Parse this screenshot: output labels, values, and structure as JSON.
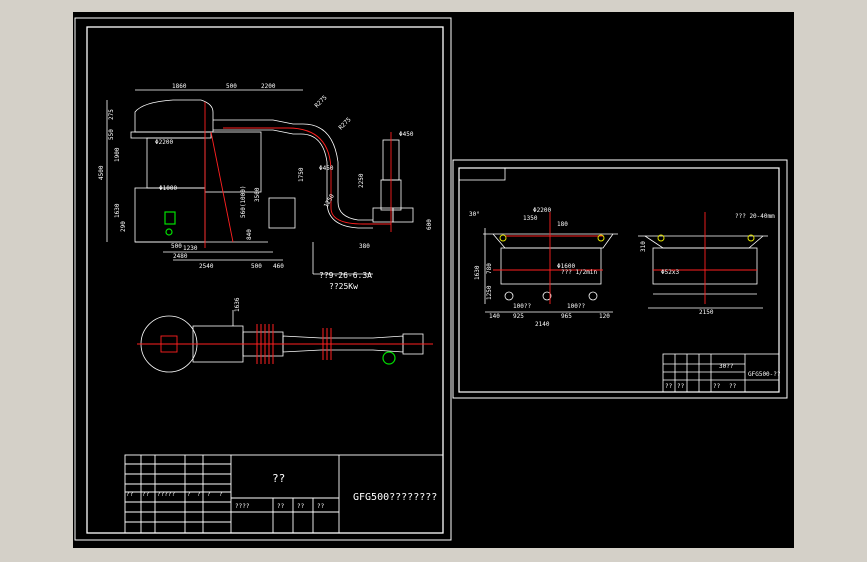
{
  "colors": {
    "background": "#000000",
    "outer_ui": "#d4d0c8",
    "line": "#ffffff",
    "accent_red": "#ff2020",
    "accent_green": "#00e000",
    "accent_yellow": "#e0e000"
  },
  "left_sheet": {
    "dims_top": [
      "1860",
      "500",
      "2200"
    ],
    "dims_left": [
      "275",
      "550",
      "1900",
      "4500",
      "1630",
      "290"
    ],
    "dims_bottom": [
      "1230",
      "2480",
      "2540",
      "500",
      "460"
    ],
    "dims_misc": [
      "Φ2200",
      "Φ1000",
      "1750",
      "Φ450",
      "1250",
      "Φ450",
      "2250",
      "3500",
      "560(1000)",
      "R275",
      "R275",
      "840",
      "380",
      "600",
      "500"
    ],
    "motor_spec_line1": "??9-26-6.3A",
    "motor_spec_line2": "??25Kw",
    "plan_dims": [
      "1636"
    ],
    "title_block": {
      "center_text": "??",
      "drawing_name": "GFG500????????",
      "row_labels": [
        "??",
        "??",
        "?????",
        "?",
        "?",
        "?",
        "?"
      ],
      "bottom_labels": [
        "????",
        "??",
        "??",
        "??"
      ]
    }
  },
  "right_sheet": {
    "dims_top": [
      "Φ2200",
      "1350",
      "180"
    ],
    "dims_left": [
      "1630",
      "780",
      "1250"
    ],
    "dims_bottom": [
      "140",
      "925",
      "965",
      "120",
      "2140"
    ],
    "dims_misc": [
      "Φ1600",
      "??? 1/2min",
      "100??",
      "100??",
      "30°",
      "??? 20-40mm",
      "Φ52x3",
      "2150",
      "310"
    ],
    "title_block": {
      "top_right": "30??",
      "name": "GFG500-??",
      "labels": [
        "??",
        "??",
        "??",
        "??"
      ]
    }
  }
}
